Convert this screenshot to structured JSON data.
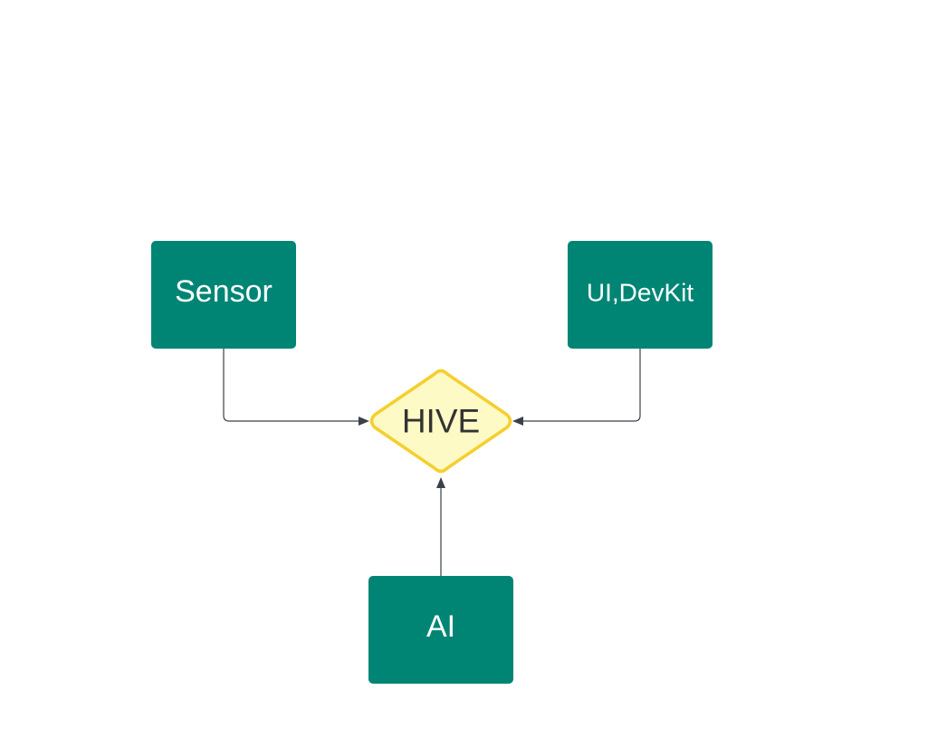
{
  "diagram": {
    "nodes": {
      "sensor": {
        "label": "Sensor"
      },
      "ui_devkit": {
        "label": "UI,DevKit"
      },
      "ai": {
        "label": "AI"
      },
      "hive": {
        "label": "HIVE"
      }
    },
    "edges": [
      {
        "from": "Sensor",
        "to": "HIVE"
      },
      {
        "from": "UI,DevKit",
        "to": "HIVE"
      },
      {
        "from": "AI",
        "to": "HIVE"
      }
    ],
    "colors": {
      "process_fill": "#008575",
      "process_text": "#ffffff",
      "decision_fill": "#fdfac6",
      "decision_stroke": "#f5cf2e",
      "decision_text": "#333333",
      "connector": "#3a414a",
      "background": "#ffffff"
    }
  }
}
